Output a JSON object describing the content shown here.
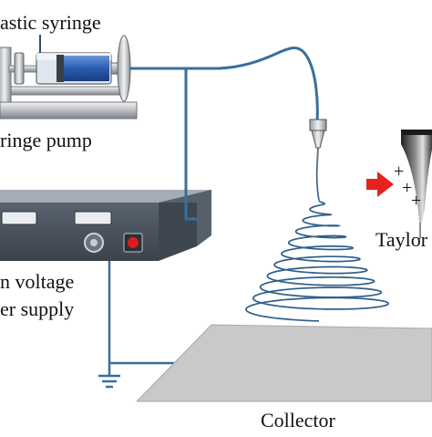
{
  "labels": {
    "syringe": "astic syringe",
    "pump": "ringe pump",
    "hv_line1": "n voltage",
    "hv_line2": "er supply",
    "taylor": "Taylor",
    "collector": "Collector"
  },
  "charges": [
    "+",
    "+",
    "+"
  ],
  "colors": {
    "wire": "#3a6f9a",
    "arrow": "#e4231c",
    "jet": "#2f5f8c",
    "fluid": "#2a5cb0",
    "collector": "#c9c9c9",
    "supply_box": "#4a5562",
    "indicator": "#e01b1b"
  }
}
